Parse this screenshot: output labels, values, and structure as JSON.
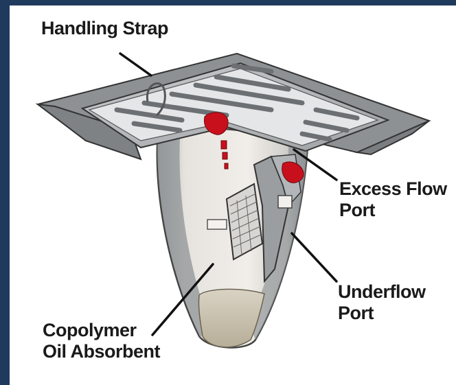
{
  "labels": {
    "handling_strap": "Handling Strap",
    "excess_flow_port_line1": "Excess Flow",
    "excess_flow_port_line2": "Port",
    "underflow_port_line1": "Underflow",
    "underflow_port_line2": "Port",
    "copolymer_line1": "Copolymer",
    "copolymer_line2": "Oil Absorbent"
  },
  "colors": {
    "border": "#1f3a5c",
    "metal": "#a9adb0",
    "bag": "#e9e6e1",
    "accent_red": "#c8101c"
  }
}
